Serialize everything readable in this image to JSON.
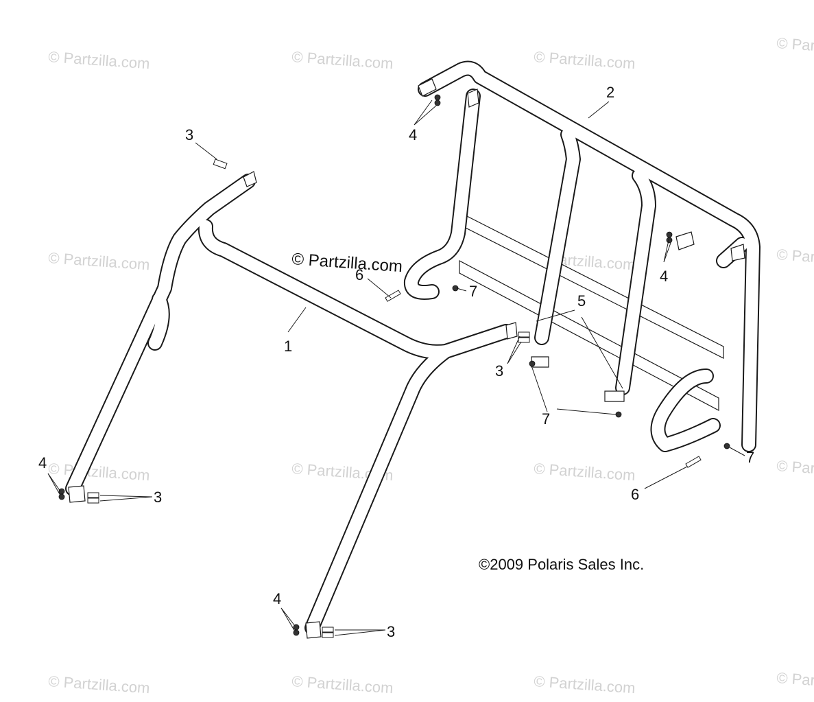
{
  "watermark": "© Partzilla.com",
  "center_watermark": "© Partzilla.com",
  "copyright": "©2009 Polaris Sales Inc.",
  "callouts": {
    "c1": "1",
    "c2": "2",
    "c3a": "3",
    "c3b": "3",
    "c3c": "3",
    "c3d": "3",
    "c4a": "4",
    "c4b": "4",
    "c4c": "4",
    "c4d": "4",
    "c5": "5",
    "c6a": "6",
    "c6b": "6",
    "c7a": "7",
    "c7b": "7",
    "c7c": "7"
  }
}
